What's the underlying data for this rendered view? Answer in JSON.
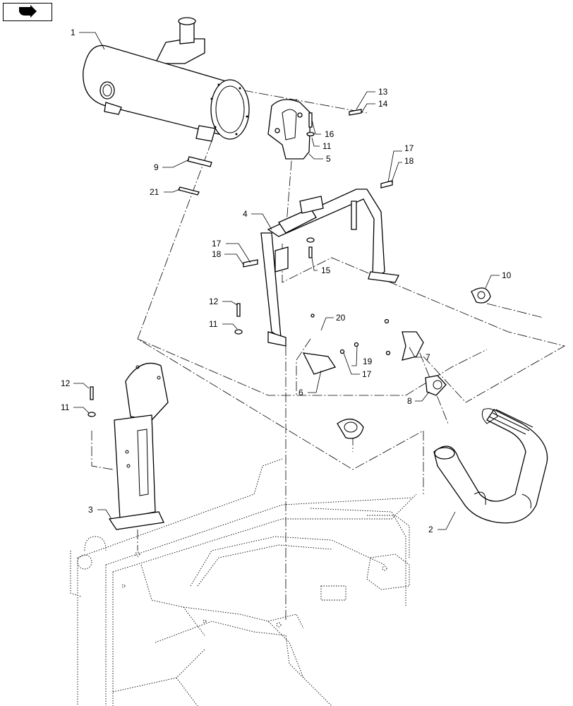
{
  "callouts": {
    "c1": "1",
    "c2": "2",
    "c3": "3",
    "c4": "4",
    "c5": "5",
    "c6": "6",
    "c7": "7",
    "c8": "8",
    "c9": "9",
    "c10": "10",
    "c11a": "11",
    "c11b": "11",
    "c11c": "11",
    "c12a": "12",
    "c12b": "12",
    "c13": "13",
    "c14": "14",
    "c15": "15",
    "c16": "16",
    "c17a": "17",
    "c17b": "17",
    "c17c": "17",
    "c18a": "18",
    "c18b": "18",
    "c19": "19",
    "c20": "20",
    "c21": "21"
  },
  "icons": {
    "nav": "arrow-right-icon"
  }
}
